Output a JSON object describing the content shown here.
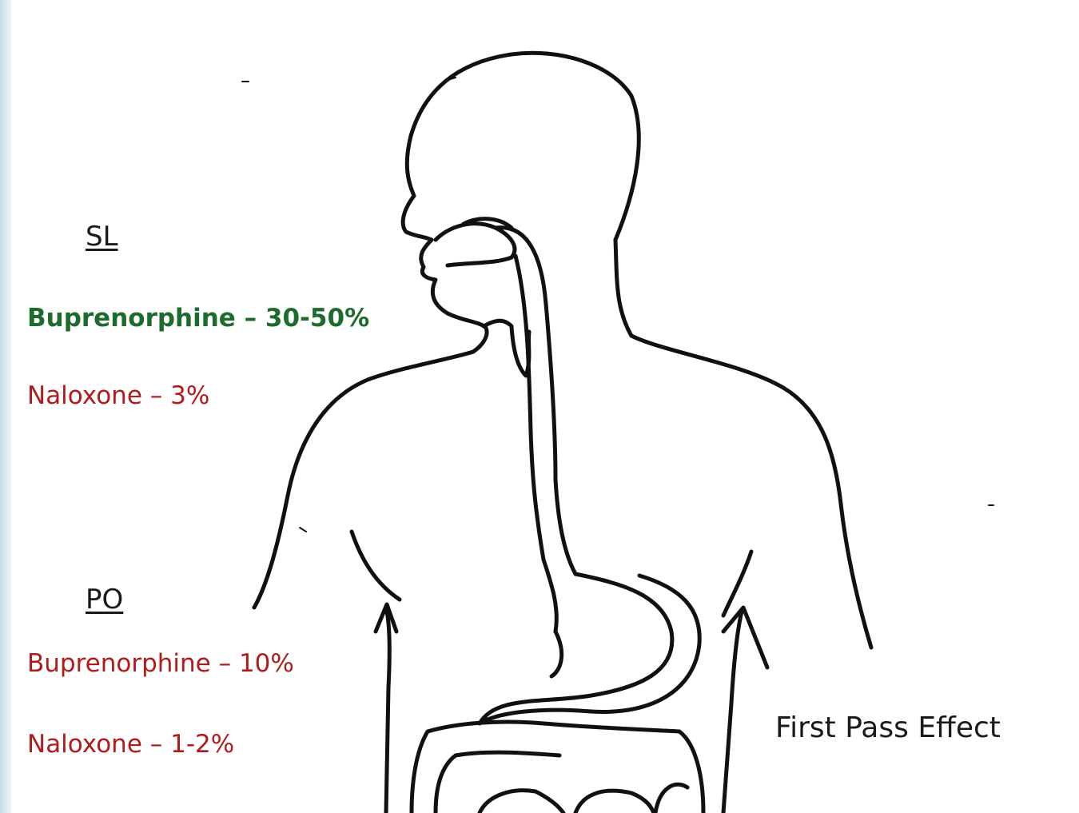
{
  "labels": {
    "sl_heading": "SL",
    "sl_buprenorphine": "Buprenorphine – 30-50%",
    "sl_naloxone": "Naloxone – 3%",
    "po_heading": "PO",
    "po_buprenorphine": "Buprenorphine – 10%",
    "po_naloxone": "Naloxone – 1-2%",
    "first_pass": "First Pass Effect"
  },
  "colors": {
    "sl_buprenorphine": "#1e6b2e",
    "naloxone_and_po": "#b01b1b",
    "outline": "#111111",
    "left_band": "#c9dde6"
  }
}
